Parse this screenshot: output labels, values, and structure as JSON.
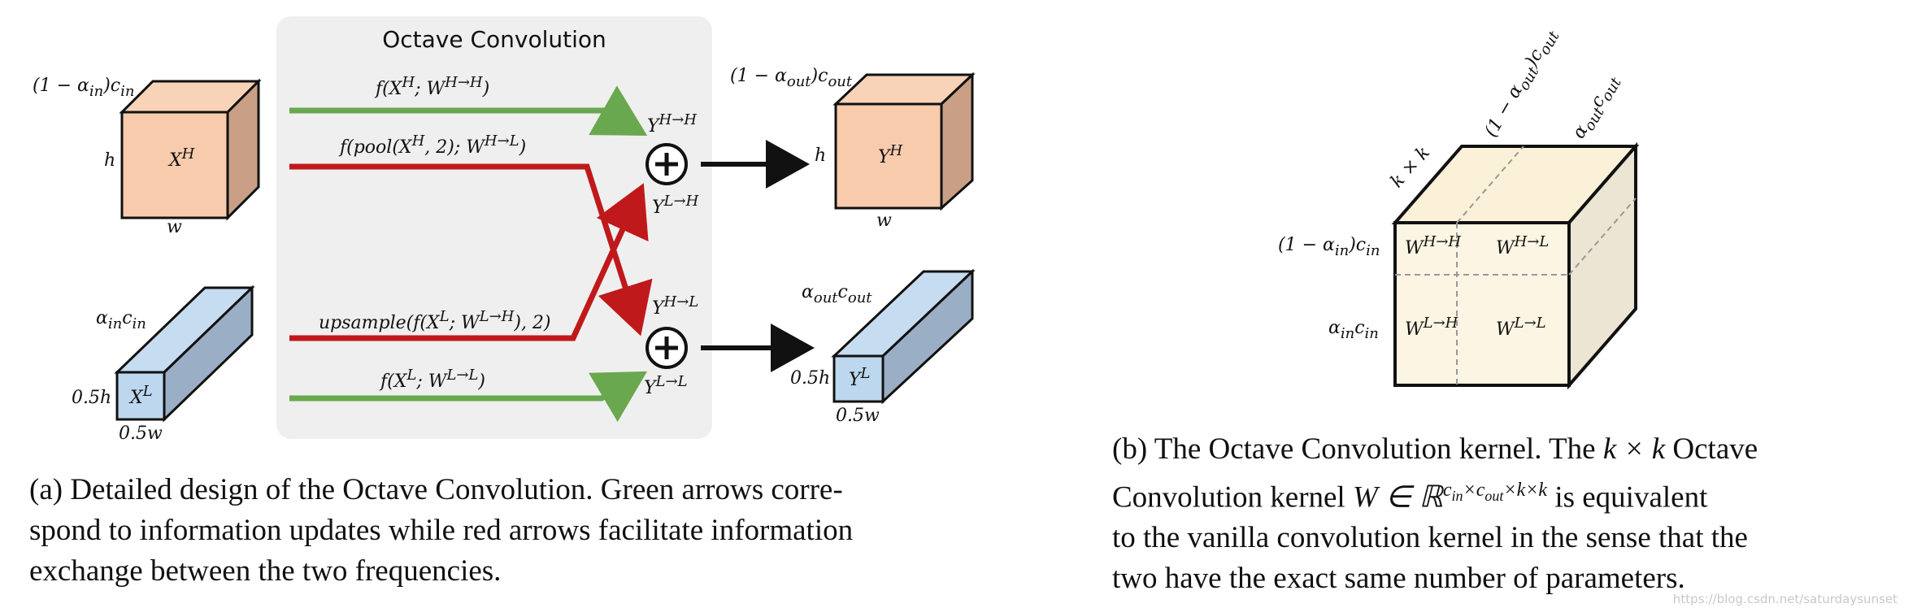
{
  "panel_a": {
    "title": "Octave Convolution",
    "inputs": {
      "high": {
        "channels": "(1 − α",
        "channels_sub": "in",
        "channels_tail": ")c",
        "channels_sub2": "in",
        "height": "h",
        "width": "w",
        "tensor": "X",
        "tensor_sup": "H"
      },
      "low": {
        "channels": "α",
        "channels_sub": "in",
        "channels_tail": "c",
        "channels_sub2": "in",
        "height": "0.5h",
        "width": "0.5w",
        "tensor": "X",
        "tensor_sup": "L"
      }
    },
    "outputs": {
      "high": {
        "channels": "(1 − α",
        "channels_sub": "out",
        "channels_tail": ")c",
        "channels_sub2": "out",
        "height": "h",
        "width": "w",
        "tensor": "Y",
        "tensor_sup": "H"
      },
      "low": {
        "channels": "α",
        "channels_sub": "out",
        "channels_tail": "c",
        "channels_sub2": "out",
        "height": "0.5h",
        "width": "0.5w",
        "tensor": "Y",
        "tensor_sup": "L"
      }
    },
    "paths": {
      "hh": "f(X",
      "hh_sup": "H",
      "hh_tail": "; W",
      "hh_wsup": "H→H",
      "hh_end": ")",
      "hl": "f(pool(X",
      "hl_sup": "H",
      "hl_tail": ", 2); W",
      "hl_wsup": "H→L",
      "hl_end": ")",
      "lh": "upsample(f(X",
      "lh_sup": "L",
      "lh_tail": "; W",
      "lh_wsup": "L→H",
      "lh_end": "), 2)",
      "ll": "f(X",
      "ll_sup": "L",
      "ll_tail": "; W",
      "ll_wsup": "L→L",
      "ll_end": ")"
    },
    "sum_labels": {
      "y_hh": "Y",
      "y_hh_sup": "H→H",
      "y_lh": "Y",
      "y_lh_sup": "L→H",
      "y_hl": "Y",
      "y_hl_sup": "H→L",
      "y_ll": "Y",
      "y_ll_sup": "L→L"
    },
    "plus": "+",
    "colors": {
      "green": "#6aa84f",
      "red": "#c0191b",
      "panel": "#efefef",
      "high_face": "#f8cbad",
      "high_side": "#c9a085",
      "low_face": "#bdd7ee",
      "low_side": "#9aaec6"
    }
  },
  "panel_b": {
    "k_label": "k × k",
    "top_left_label": "(1 − α",
    "top_left_sub": "out",
    "top_left_tail": ")c",
    "top_left_sub2": "out",
    "top_right_label": "α",
    "top_right_sub": "out",
    "top_right_tail": "c",
    "top_right_sub2": "out",
    "row1": "(1 − α",
    "row1_sub": "in",
    "row1_tail": ")c",
    "row1_sub2": "in",
    "row2": "α",
    "row2_sub": "in",
    "row2_tail": "c",
    "row2_sub2": "in",
    "cells": [
      {
        "base": "W",
        "sup": "H→H"
      },
      {
        "base": "W",
        "sup": "H→L"
      },
      {
        "base": "W",
        "sup": "L→H"
      },
      {
        "base": "W",
        "sup": "L→L"
      }
    ],
    "colors": {
      "front": "#fdf5e3",
      "top": "#fbf1d9",
      "side": "#ece5d3"
    }
  },
  "captions": {
    "a": [
      "(a) Detailed design of the Octave Convolution. Green arrows corre-",
      "spond to information updates while red arrows facilitate information",
      "exchange between the two frequencies."
    ],
    "b": {
      "line1_pre": "(b) The Octave Convolution kernel. The ",
      "line1_math": "k × k",
      "line1_post": " Octave",
      "line2_pre": "Convolution kernel ",
      "line2_math": "W ∈ ℝ",
      "line2_sup": "c",
      "line2_sup_sub": "in",
      "line2_sup_rest": "×c",
      "line2_sup_sub2": "out",
      "line2_sup_end": "×k×k",
      "line2_post": " is equivalent",
      "line3": "to the vanilla convolution kernel in the sense that the",
      "line4": "two have the exact same number of parameters."
    }
  },
  "watermark": "https://blog.csdn.net/saturdaysunset"
}
